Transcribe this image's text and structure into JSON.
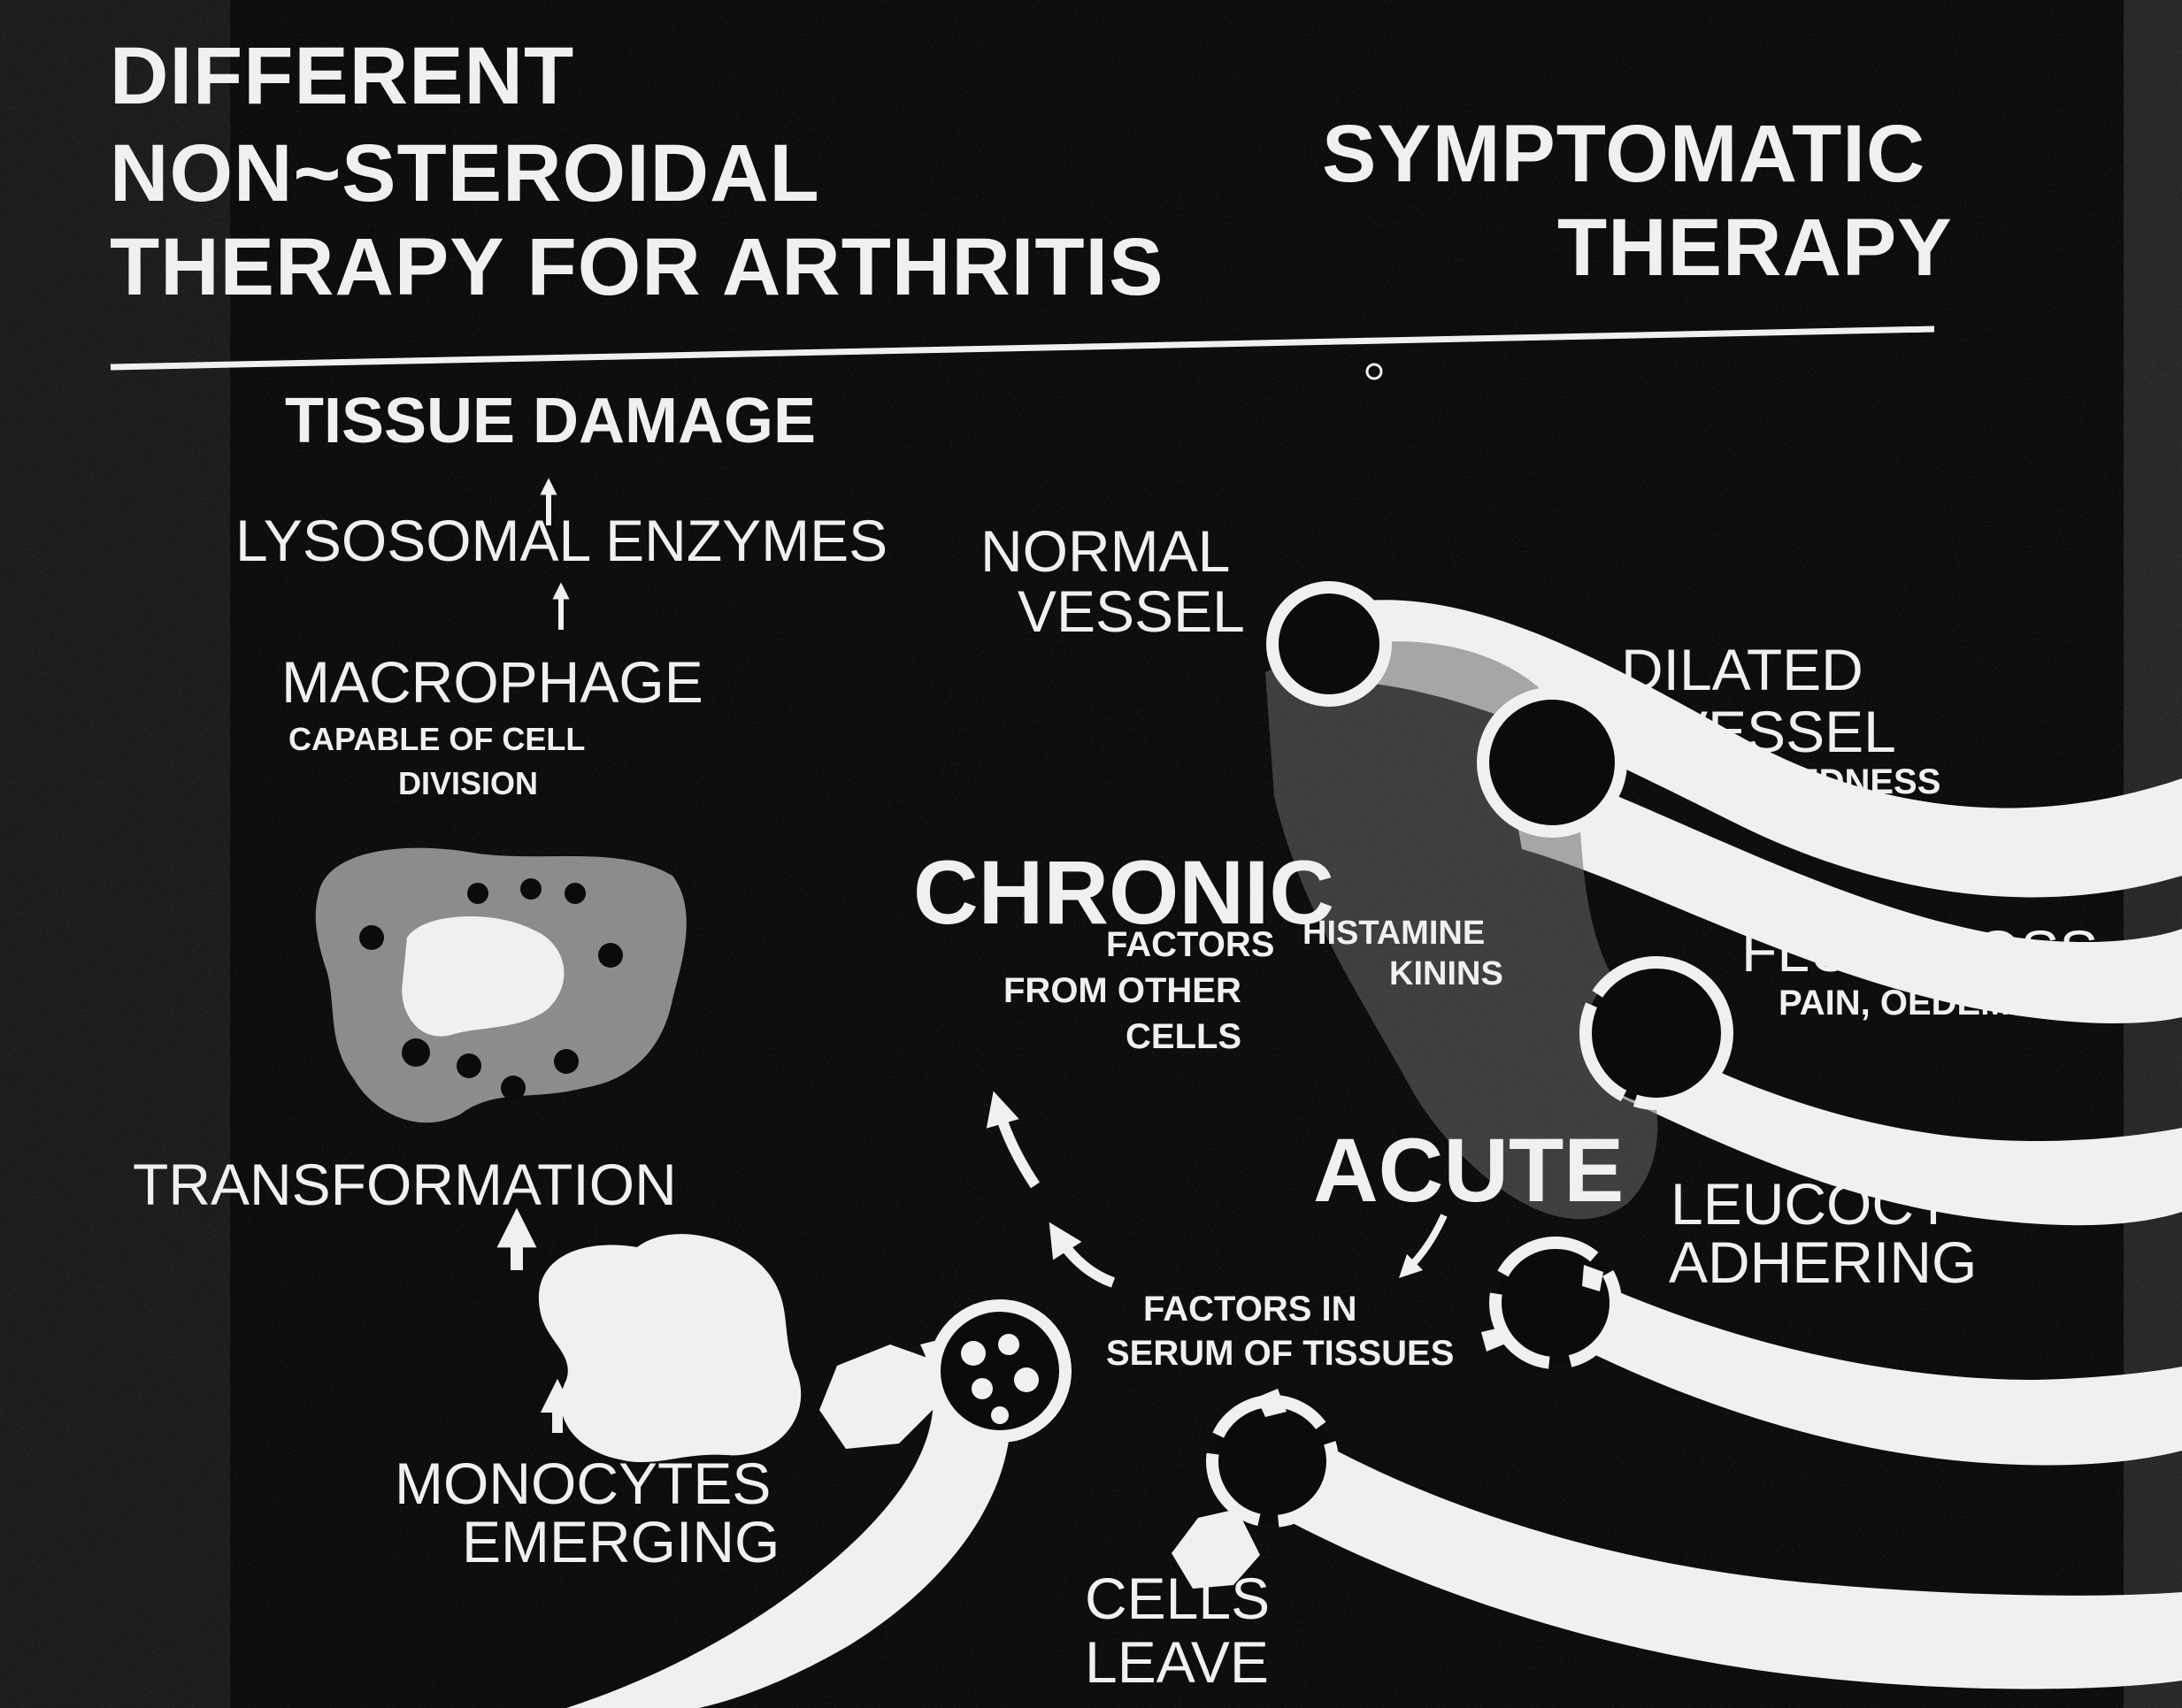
{
  "titles": {
    "left_line1": "DIFFERENT",
    "left_line2": "NON~STEROIDAL",
    "left_line3": "THERAPY FOR ARTHRITIS",
    "right_line1": "SYMPTOMATIC",
    "right_line2": "THERAPY"
  },
  "left_chain": {
    "tissue_damage": "TISSUE DAMAGE",
    "lysosomal": "LYSOSOMAL ENZYMES",
    "macrophage": "MACROPHAGE",
    "capable_line1": "CAPABLE OF CELL",
    "capable_line2": "DIVISION",
    "transformation": "TRANSFORMATION",
    "monocytes_line1": "MONOCYTES",
    "monocytes_line2": "EMERGING"
  },
  "center": {
    "normal_line1": "NORMAL",
    "normal_line2": "VESSEL",
    "chronic": "CHRONIC",
    "factors_line1": "FACTORS",
    "factors_line2": "FROM OTHER",
    "factors_line3": "CELLS",
    "histamine": "HISTAMINE",
    "kinins": "KININS",
    "acute": "ACUTE",
    "serum_line1": "FACTORS IN",
    "serum_line2": "SERUM OF TISSUES",
    "cells_line1": "CELLS",
    "cells_line2": "LEAVE"
  },
  "right_vessels": {
    "dilated_line1": "DILATED",
    "dilated_line2": "VESSEL",
    "redness": "REDNESS",
    "fluid": "FLUID. LOSS",
    "pain": "PAIN, OEDEMA",
    "leuco_line1": "LEUCOCY",
    "leuco_line2": "ADHERING"
  },
  "colors": {
    "background": "#0b0b0b",
    "foreground": "#f0f0f0"
  }
}
